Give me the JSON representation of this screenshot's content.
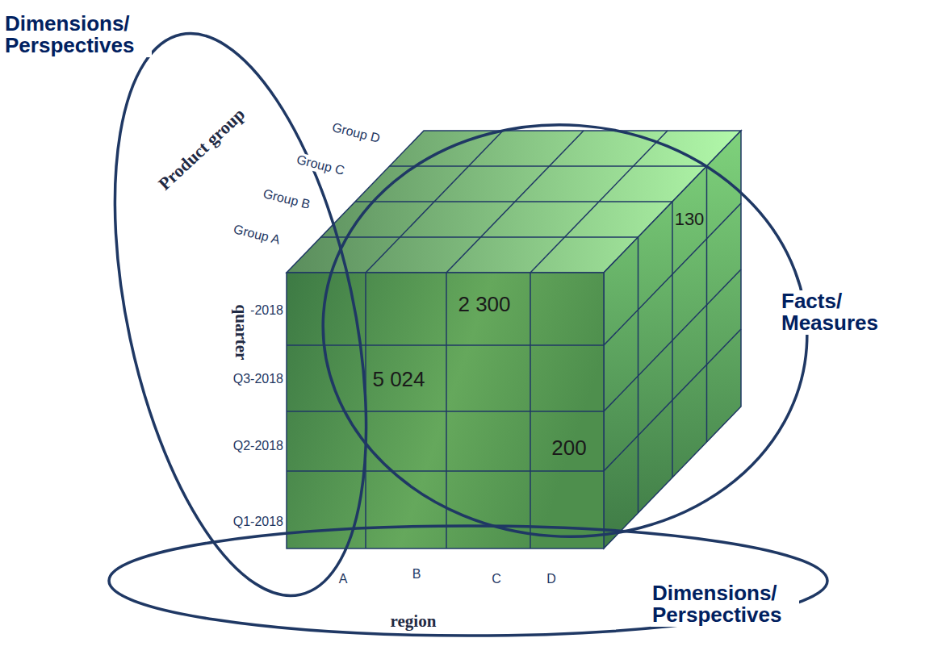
{
  "diagram": {
    "labels": [
      "Dimensions/ Perspectives",
      "Product group",
      "Group D",
      "Group C",
      "Group B",
      "Group A",
      "130",
      "Q4-2018",
      "2 300",
      "Facts/ Measures",
      "Q3-2018",
      "5 024",
      "quarter",
      "Q2-2018",
      "200",
      "Q1-2018",
      "A",
      "B",
      "C",
      "D",
      "Dimensions/ Perspectives",
      "region"
    ]
  }
}
